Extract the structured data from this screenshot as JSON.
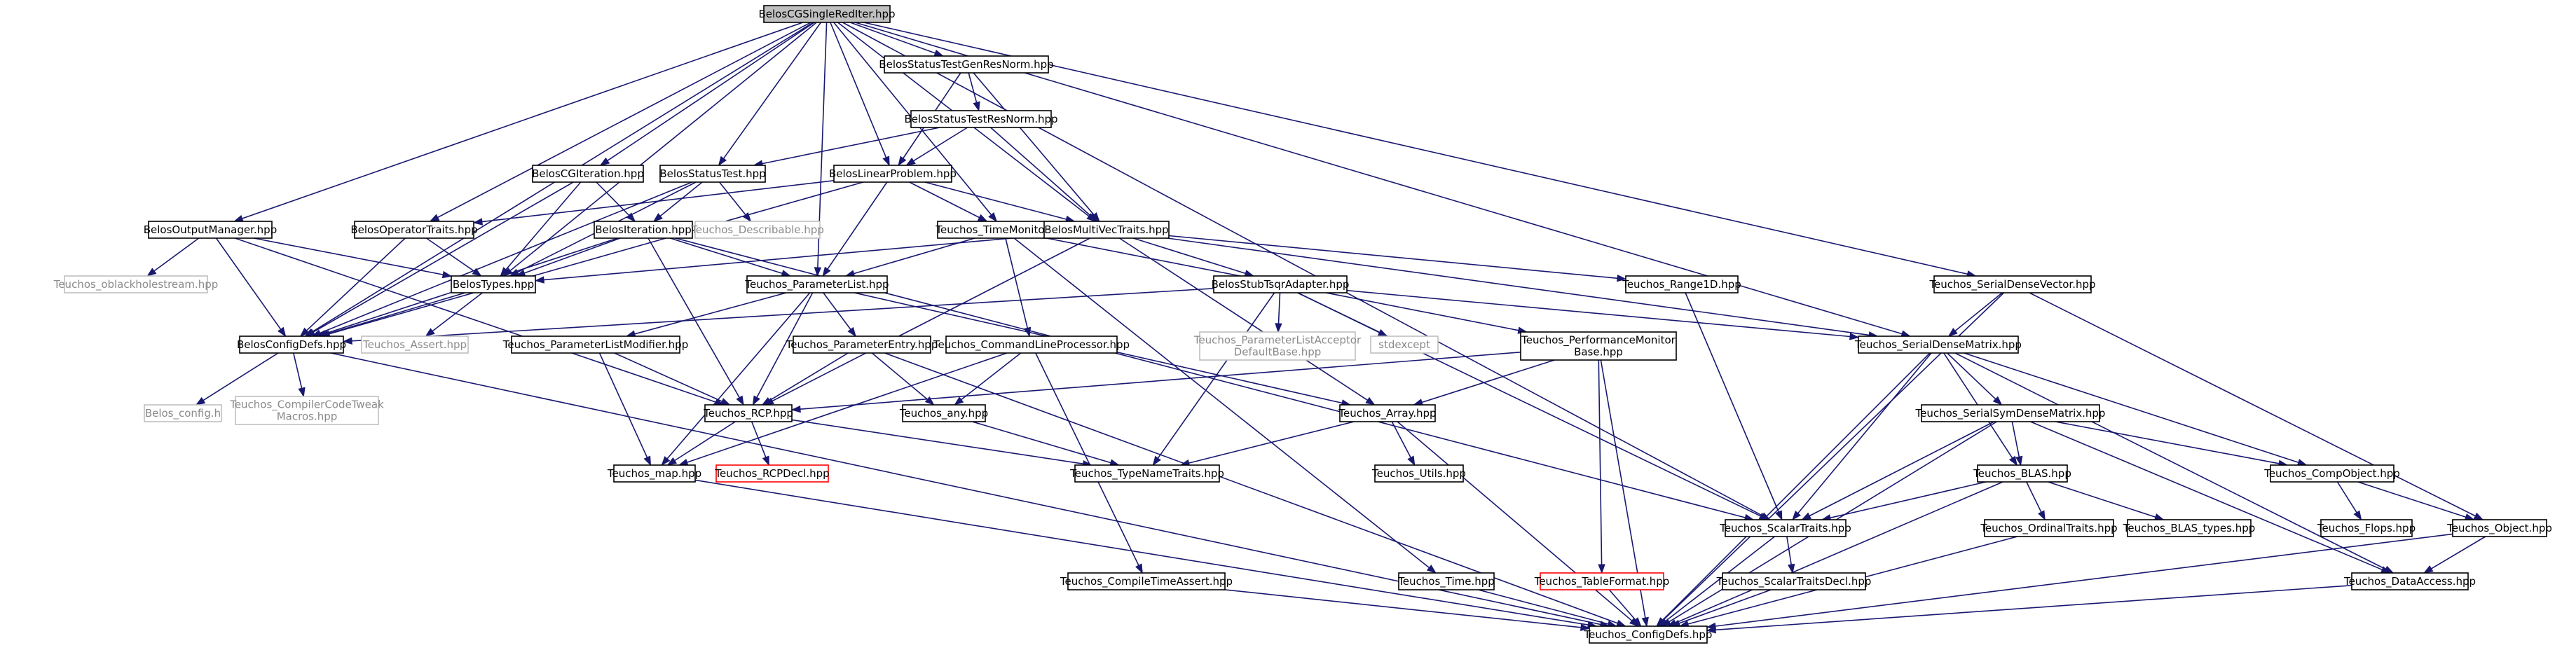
{
  "colors": {
    "edge": "#191970",
    "box_border": "#000000",
    "dim_border": "#bfbfbf",
    "missing_border": "#ff0000",
    "root_fill": "#bfbfbf",
    "background": "#ffffff"
  },
  "nodes": [
    {
      "id": "root",
      "label": "BelosCGSingleRedIter.hpp",
      "style": "root"
    },
    {
      "id": "status_genres",
      "label": "BelosStatusTestGenResNorm.hpp",
      "style": "normal"
    },
    {
      "id": "status_res",
      "label": "BelosStatusTestResNorm.hpp",
      "style": "normal"
    },
    {
      "id": "cgiter",
      "label": "BelosCGIteration.hpp",
      "style": "normal"
    },
    {
      "id": "statustest",
      "label": "BelosStatusTest.hpp",
      "style": "normal"
    },
    {
      "id": "linprob",
      "label": "BelosLinearProblem.hpp",
      "style": "normal"
    },
    {
      "id": "outmgr",
      "label": "BelosOutputManager.hpp",
      "style": "normal"
    },
    {
      "id": "optraits",
      "label": "BelosOperatorTraits.hpp",
      "style": "normal"
    },
    {
      "id": "iteration",
      "label": "BelosIteration.hpp",
      "style": "normal"
    },
    {
      "id": "describable",
      "label": "Teuchos_Describable.hpp",
      "style": "dim"
    },
    {
      "id": "timemon",
      "label": "Teuchos_TimeMonitor.hpp",
      "style": "normal"
    },
    {
      "id": "mvtraits",
      "label": "BelosMultiVecTraits.hpp",
      "style": "normal"
    },
    {
      "id": "oblackhole",
      "label": "Teuchos_oblackholestream.hpp",
      "style": "dim"
    },
    {
      "id": "belostypes",
      "label": "BelosTypes.hpp",
      "style": "normal"
    },
    {
      "id": "paramlist",
      "label": "Teuchos_ParameterList.hpp",
      "style": "normal"
    },
    {
      "id": "stubtsqr",
      "label": "BelosStubTsqrAdapter.hpp",
      "style": "normal"
    },
    {
      "id": "range1d",
      "label": "Teuchos_Range1D.hpp",
      "style": "normal"
    },
    {
      "id": "serialvec",
      "label": "Teuchos_SerialDenseVector.hpp",
      "style": "normal"
    },
    {
      "id": "configdefs_b",
      "label": "BelosConfigDefs.hpp",
      "style": "normal"
    },
    {
      "id": "assert",
      "label": "Teuchos_Assert.hpp",
      "style": "dim"
    },
    {
      "id": "plmodifier",
      "label": "Teuchos_ParameterListModifier.hpp",
      "style": "normal"
    },
    {
      "id": "paramentry",
      "label": "Teuchos_ParameterEntry.hpp",
      "style": "normal"
    },
    {
      "id": "cmdline",
      "label": "Teuchos_CommandLineProcessor.hpp",
      "style": "normal"
    },
    {
      "id": "placceptor",
      "label": [
        "Teuchos_ParameterListAcceptor",
        "DefaultBase.hpp"
      ],
      "style": "dim"
    },
    {
      "id": "stdexcept",
      "label": "stdexcept",
      "style": "dim"
    },
    {
      "id": "perfmon",
      "label": [
        "Teuchos_PerformanceMonitor",
        "Base.hpp"
      ],
      "style": "normal"
    },
    {
      "id": "serialmat",
      "label": "Teuchos_SerialDenseMatrix.hpp",
      "style": "normal"
    },
    {
      "id": "belosconfig",
      "label": "Belos_config.h",
      "style": "dim"
    },
    {
      "id": "compilertweak",
      "label": [
        "Teuchos_CompilerCodeTweak",
        "Macros.hpp"
      ],
      "style": "dim"
    },
    {
      "id": "rcp",
      "label": "Teuchos_RCP.hpp",
      "style": "normal"
    },
    {
      "id": "any",
      "label": "Teuchos_any.hpp",
      "style": "normal"
    },
    {
      "id": "array",
      "label": "Teuchos_Array.hpp",
      "style": "normal"
    },
    {
      "id": "symmat",
      "label": "Teuchos_SerialSymDenseMatrix.hpp",
      "style": "normal"
    },
    {
      "id": "map",
      "label": "Teuchos_map.hpp",
      "style": "normal"
    },
    {
      "id": "rcpdecl",
      "label": "Teuchos_RCPDecl.hpp",
      "style": "missing"
    },
    {
      "id": "typename",
      "label": "Teuchos_TypeNameTraits.hpp",
      "style": "normal"
    },
    {
      "id": "utils",
      "label": "Teuchos_Utils.hpp",
      "style": "normal"
    },
    {
      "id": "blas",
      "label": "Teuchos_BLAS.hpp",
      "style": "normal"
    },
    {
      "id": "compobj",
      "label": "Teuchos_CompObject.hpp",
      "style": "normal"
    },
    {
      "id": "scalar",
      "label": "Teuchos_ScalarTraits.hpp",
      "style": "normal"
    },
    {
      "id": "ordinal",
      "label": "Teuchos_OrdinalTraits.hpp",
      "style": "normal"
    },
    {
      "id": "blastypes",
      "label": "Teuchos_BLAS_types.hpp",
      "style": "normal"
    },
    {
      "id": "flops",
      "label": "Teuchos_Flops.hpp",
      "style": "normal"
    },
    {
      "id": "object",
      "label": "Teuchos_Object.hpp",
      "style": "normal"
    },
    {
      "id": "compiletime",
      "label": "Teuchos_CompileTimeAssert.hpp",
      "style": "normal"
    },
    {
      "id": "time",
      "label": "Teuchos_Time.hpp",
      "style": "normal"
    },
    {
      "id": "tableformat",
      "label": "Teuchos_TableFormat.hpp",
      "style": "missing"
    },
    {
      "id": "scalardecl",
      "label": "Teuchos_ScalarTraitsDecl.hpp",
      "style": "normal"
    },
    {
      "id": "dataaccess",
      "label": "Teuchos_DataAccess.hpp",
      "style": "normal"
    },
    {
      "id": "configdefs_t",
      "label": "Teuchos_ConfigDefs.hpp",
      "style": "normal"
    }
  ],
  "edges": [
    [
      "root",
      "status_genres"
    ],
    [
      "root",
      "cgiter"
    ],
    [
      "root",
      "statustest"
    ],
    [
      "root",
      "linprob"
    ],
    [
      "root",
      "outmgr"
    ],
    [
      "root",
      "optraits"
    ],
    [
      "root",
      "timemon"
    ],
    [
      "root",
      "mvtraits"
    ],
    [
      "root",
      "belostypes"
    ],
    [
      "root",
      "paramlist"
    ],
    [
      "root",
      "configdefs_b"
    ],
    [
      "root",
      "serialvec"
    ],
    [
      "root",
      "serialmat"
    ],
    [
      "root",
      "scalar"
    ],
    [
      "status_genres",
      "status_res"
    ],
    [
      "status_genres",
      "linprob"
    ],
    [
      "status_genres",
      "mvtraits"
    ],
    [
      "status_res",
      "statustest"
    ],
    [
      "status_res",
      "linprob"
    ],
    [
      "status_res",
      "mvtraits"
    ],
    [
      "cgiter",
      "iteration"
    ],
    [
      "cgiter",
      "belostypes"
    ],
    [
      "cgiter",
      "configdefs_b"
    ],
    [
      "statustest",
      "iteration"
    ],
    [
      "statustest",
      "describable"
    ],
    [
      "statustest",
      "belostypes"
    ],
    [
      "statustest",
      "configdefs_b"
    ],
    [
      "linprob",
      "optraits"
    ],
    [
      "linprob",
      "mvtraits"
    ],
    [
      "linprob",
      "timemon"
    ],
    [
      "linprob",
      "paramlist"
    ],
    [
      "linprob",
      "configdefs_b"
    ],
    [
      "outmgr",
      "oblackhole"
    ],
    [
      "outmgr",
      "belostypes"
    ],
    [
      "outmgr",
      "configdefs_b"
    ],
    [
      "outmgr",
      "rcp"
    ],
    [
      "optraits",
      "belostypes"
    ],
    [
      "optraits",
      "configdefs_b"
    ],
    [
      "iteration",
      "belostypes"
    ],
    [
      "iteration",
      "paramlist"
    ],
    [
      "iteration",
      "configdefs_b"
    ],
    [
      "iteration",
      "rcp"
    ],
    [
      "iteration",
      "scalar"
    ],
    [
      "timemon",
      "cmdline"
    ],
    [
      "timemon",
      "paramlist"
    ],
    [
      "timemon",
      "perfmon"
    ],
    [
      "timemon",
      "time"
    ],
    [
      "mvtraits",
      "stubtsqr"
    ],
    [
      "mvtraits",
      "range1d"
    ],
    [
      "mvtraits",
      "serialmat"
    ],
    [
      "mvtraits",
      "belostypes"
    ],
    [
      "mvtraits",
      "rcp"
    ],
    [
      "mvtraits",
      "array"
    ],
    [
      "belostypes",
      "configdefs_b"
    ],
    [
      "belostypes",
      "assert"
    ],
    [
      "paramlist",
      "plmodifier"
    ],
    [
      "paramlist",
      "paramentry"
    ],
    [
      "paramlist",
      "rcp"
    ],
    [
      "paramlist",
      "array"
    ],
    [
      "paramlist",
      "map"
    ],
    [
      "stubtsqr",
      "placceptor"
    ],
    [
      "stubtsqr",
      "stdexcept"
    ],
    [
      "stubtsqr",
      "serialmat"
    ],
    [
      "stubtsqr",
      "configdefs_b"
    ],
    [
      "stubtsqr",
      "typename"
    ],
    [
      "stubtsqr",
      "scalar"
    ],
    [
      "range1d",
      "scalar"
    ],
    [
      "serialvec",
      "serialmat"
    ],
    [
      "serialvec",
      "object"
    ],
    [
      "serialvec",
      "configdefs_t"
    ],
    [
      "configdefs_b",
      "belosconfig"
    ],
    [
      "configdefs_b",
      "compilertweak"
    ],
    [
      "configdefs_b",
      "configdefs_t"
    ],
    [
      "plmodifier",
      "rcp"
    ],
    [
      "plmodifier",
      "map"
    ],
    [
      "paramentry",
      "rcp"
    ],
    [
      "paramentry",
      "any"
    ],
    [
      "paramentry",
      "configdefs_t"
    ],
    [
      "cmdline",
      "any"
    ],
    [
      "cmdline",
      "compiletime"
    ],
    [
      "cmdline",
      "map"
    ],
    [
      "perfmon",
      "array"
    ],
    [
      "perfmon",
      "rcp"
    ],
    [
      "perfmon",
      "tableformat"
    ],
    [
      "perfmon",
      "configdefs_t"
    ],
    [
      "serialmat",
      "symmat"
    ],
    [
      "serialmat",
      "blas"
    ],
    [
      "serialmat",
      "compobj"
    ],
    [
      "serialmat",
      "scalar"
    ],
    [
      "serialmat",
      "dataaccess"
    ],
    [
      "serialmat",
      "configdefs_t"
    ],
    [
      "rcp",
      "map"
    ],
    [
      "rcp",
      "rcpdecl"
    ],
    [
      "rcp",
      "typename"
    ],
    [
      "any",
      "typename"
    ],
    [
      "array",
      "utils"
    ],
    [
      "array",
      "typename"
    ],
    [
      "array",
      "configdefs_t"
    ],
    [
      "symmat",
      "blas"
    ],
    [
      "symmat",
      "compobj"
    ],
    [
      "symmat",
      "scalar"
    ],
    [
      "symmat",
      "dataaccess"
    ],
    [
      "symmat",
      "configdefs_t"
    ],
    [
      "map",
      "configdefs_t"
    ],
    [
      "blas",
      "ordinal"
    ],
    [
      "blas",
      "blastypes"
    ],
    [
      "blas",
      "scalar"
    ],
    [
      "blas",
      "configdefs_t"
    ],
    [
      "compobj",
      "flops"
    ],
    [
      "compobj",
      "object"
    ],
    [
      "scalar",
      "scalardecl"
    ],
    [
      "scalar",
      "configdefs_t"
    ],
    [
      "ordinal",
      "configdefs_t"
    ],
    [
      "object",
      "dataaccess"
    ],
    [
      "object",
      "configdefs_t"
    ],
    [
      "compiletime",
      "configdefs_t"
    ],
    [
      "time",
      "configdefs_t"
    ],
    [
      "tableformat",
      "configdefs_t"
    ],
    [
      "scalardecl",
      "configdefs_t"
    ],
    [
      "dataaccess",
      "configdefs_t"
    ]
  ]
}
